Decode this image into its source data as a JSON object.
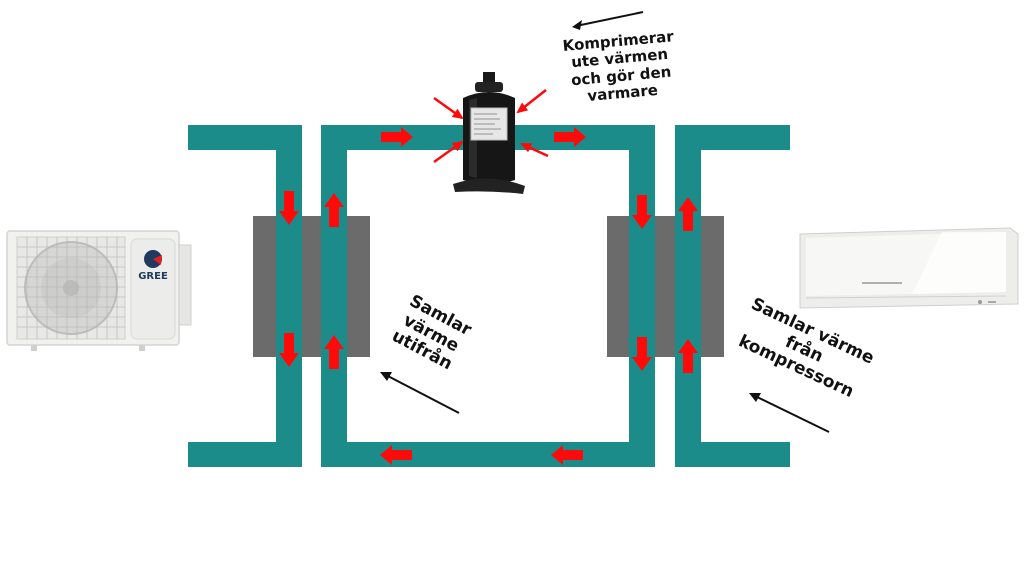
{
  "colors": {
    "pipe": "#1b8c89",
    "heat_exchanger": "#6b6b6b",
    "flow_arrow": "#ff0a0a",
    "annotation_arrow": "#111111",
    "background": "#ffffff"
  },
  "labels": {
    "compressor": "Komprimerar ute värmen och gör den varmare",
    "compressor_lines": [
      "Komprimerar",
      "ute värmen",
      "och gör den",
      "varmare"
    ],
    "outdoor": "Samlar värme utifrån",
    "outdoor_lines": [
      "Samlar",
      "värme",
      "utifrån"
    ],
    "indoor": "Samlar värme från kompressorn",
    "indoor_lines": [
      "Samlar värme",
      "från",
      "kompressorn"
    ]
  },
  "components": {
    "outdoor_unit": {
      "brand": "GREE",
      "type": "outdoor-unit"
    },
    "indoor_unit": {
      "type": "indoor-wall-unit"
    },
    "compressor": {
      "type": "rotary-compressor"
    }
  },
  "flow_arrows": [
    {
      "id": "top-left",
      "direction": "right"
    },
    {
      "id": "top-right",
      "direction": "right"
    },
    {
      "id": "bottom-left",
      "direction": "left"
    },
    {
      "id": "bottom-right",
      "direction": "left"
    },
    {
      "id": "left-outer-upper",
      "direction": "down"
    },
    {
      "id": "left-outer-lower",
      "direction": "down"
    },
    {
      "id": "left-inner-upper",
      "direction": "up"
    },
    {
      "id": "left-inner-lower",
      "direction": "up"
    },
    {
      "id": "right-inner-upper",
      "direction": "down"
    },
    {
      "id": "right-inner-lower",
      "direction": "down"
    },
    {
      "id": "right-outer-upper",
      "direction": "up"
    },
    {
      "id": "right-outer-lower",
      "direction": "up"
    }
  ],
  "compression_arrows": [
    "upper-left",
    "upper-right",
    "lower-left",
    "lower-right"
  ]
}
